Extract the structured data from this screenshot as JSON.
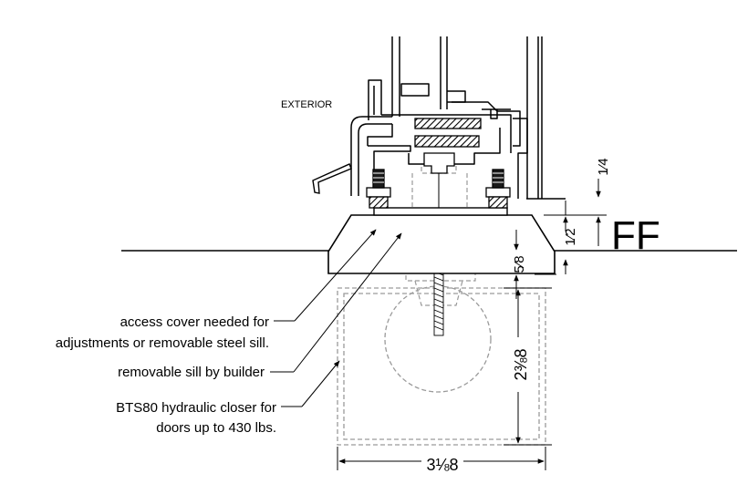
{
  "labels": {
    "exterior": "EXTERIOR",
    "finish_floor": "FF",
    "callouts": [
      [
        "access cover needed for",
        "adjustments or removable steel sill."
      ],
      [
        "removable sill by builder"
      ],
      [
        "BTS80 hydraulic closer for",
        "doors up to 430 lbs."
      ]
    ]
  },
  "dimensions": {
    "width": "3⅛8",
    "depth": "2⅜8",
    "sill_offset_top": "1⁄4",
    "sill_height": "1⁄2",
    "sill_below_floor": "5⁄8"
  },
  "colors": {
    "line": "#000000",
    "hidden_line": "#9a9a9a",
    "background": "#ffffff"
  }
}
